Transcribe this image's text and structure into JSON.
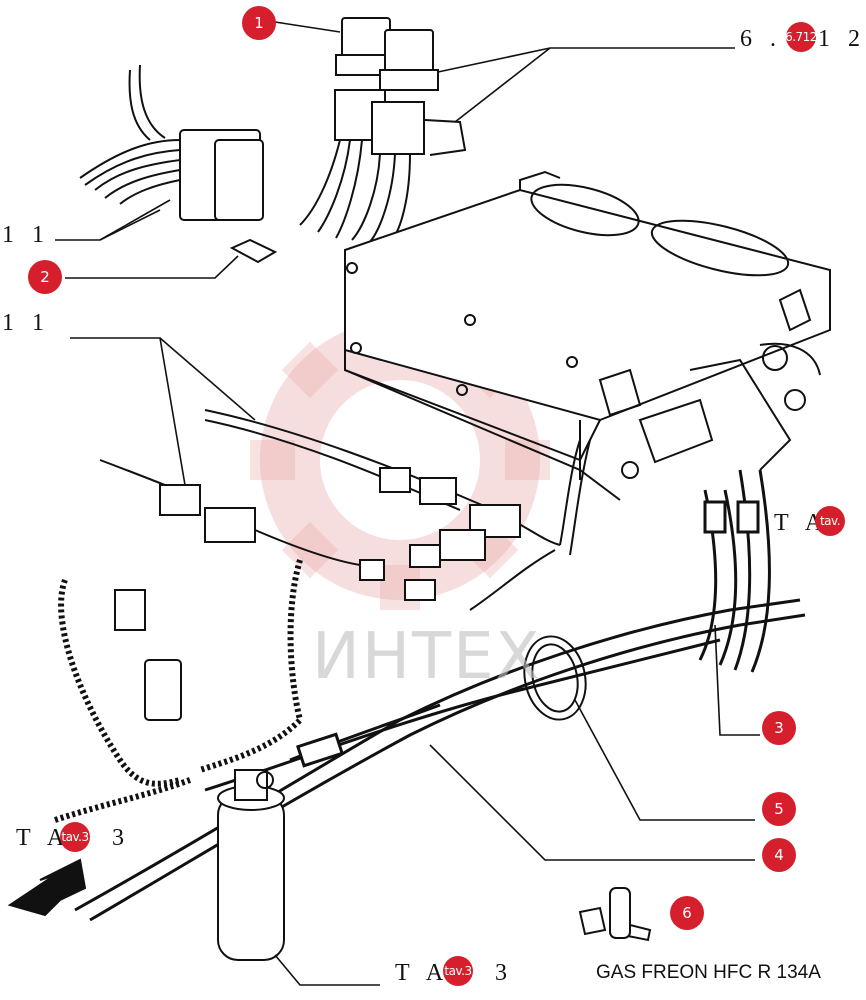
{
  "callouts": [
    "1",
    "2",
    "3",
    "4",
    "5",
    "6"
  ],
  "refs": {
    "top_right": {
      "prefix": "6 .",
      "badge": "6.712",
      "suffix": "1 2"
    },
    "left_upper": {
      "prefix": "1 1"
    },
    "left_middle": {
      "prefix": "1 1"
    },
    "right_mid": {
      "prefix": "T A",
      "badge": "tav."
    },
    "left_bottom": {
      "prefix": "T A",
      "badge": "tav.3",
      "suffix": "3"
    },
    "bottom_center": {
      "prefix": "T A",
      "badge": "tav.3",
      "suffix": "3"
    }
  },
  "watermark": "ИНТЕХ",
  "caption": "GAS FREON HFC R 134A",
  "colors": {
    "badge": "#d61f2c",
    "watermark": "#e8a0a0",
    "line": "#111111"
  }
}
